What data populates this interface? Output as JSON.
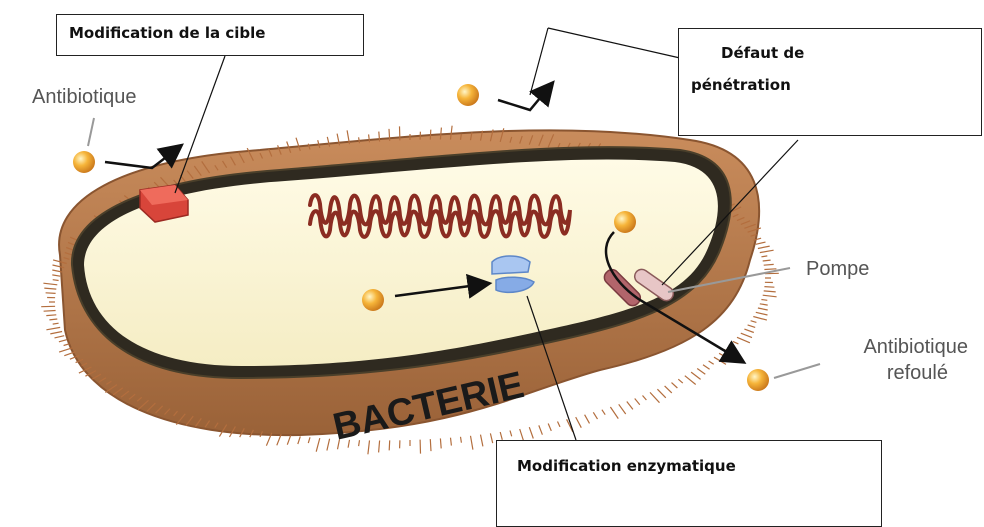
{
  "labels": {
    "modification_cible": "Modification de la cible",
    "defaut_penetration_line1": "Défaut de",
    "defaut_penetration_line2": "pénétration",
    "antibiotique": "Antibiotique",
    "pompe": "Pompe",
    "antibiotique_refoule_line1": "Antibiotique",
    "antibiotique_refoule_line2": "refoulé",
    "modification_enzymatique": "Modification enzymatique",
    "bacterie": "BACTERIE"
  },
  "colors": {
    "outer_wall": "#b87a4b",
    "outer_wall_dark": "#8a5530",
    "membrane": "#2f2a20",
    "cytoplasm": "#fbf6d8",
    "dna": "#8b2c22",
    "target": "#d8453a",
    "enzyme": "#8fb3e8",
    "pump": "#b2656b",
    "antibiotic": "#f3a833"
  }
}
